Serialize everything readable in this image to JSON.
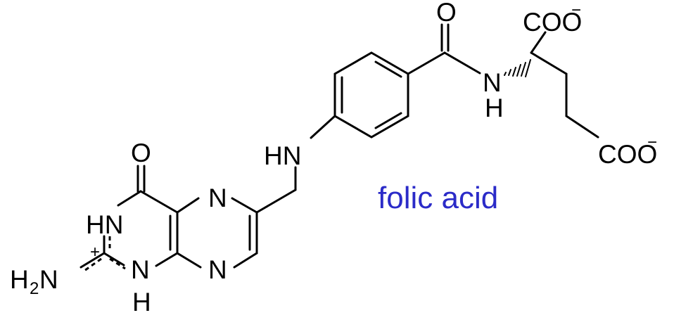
{
  "molecule": {
    "name": "folic acid",
    "name_color": "#2b2bc8"
  },
  "labels": {
    "o_top": "O",
    "o_pteridine": "O",
    "coo_top": "COO",
    "coo_right": "COO",
    "nh_amide_n": "N",
    "nh_amide_h": "H",
    "hn_linker": "HN",
    "n_pyrazine_top": "N",
    "n_pyrazine_bottom": "N",
    "hn_ring": "HN",
    "nh_ring_n": "N",
    "nh_ring_h": "H",
    "h2n": "H",
    "h2n_sub": "2",
    "h2n_n": "N",
    "minus": "−",
    "plus": "+"
  }
}
